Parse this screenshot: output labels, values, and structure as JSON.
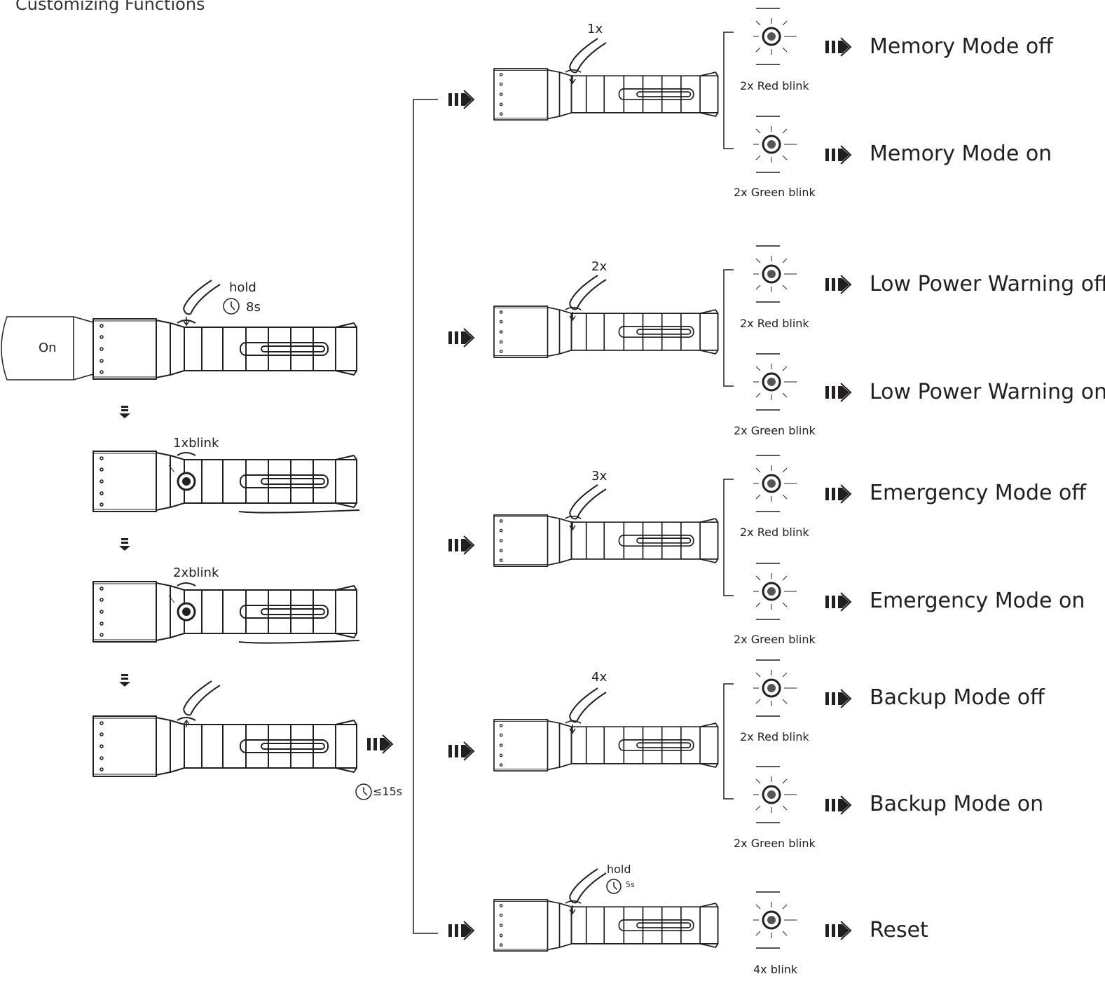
{
  "title": "Customizing Functions",
  "left": {
    "on_label": "On",
    "hold_label": "hold",
    "hold_time": "8s",
    "blink1_label": "1xblink",
    "blink2_label": "2xblink",
    "timeout_label": "≤15s"
  },
  "rows": [
    {
      "press": "1x",
      "off_blink": "2x Red blink",
      "on_blink": "2x Green blink",
      "off_result": "Memory Mode off",
      "on_result": "Memory Mode on"
    },
    {
      "press": "2x",
      "off_blink": "2x Red blink",
      "on_blink": "2x Green blink",
      "off_result": "Low Power Warning off",
      "on_result": "Low Power Warning on"
    },
    {
      "press": "3x",
      "off_blink": "2x Red blink",
      "on_blink": "2x Green blink",
      "off_result": "Emergency Mode off",
      "on_result": "Emergency Mode on"
    },
    {
      "press": "4x",
      "off_blink": "2x Red blink",
      "on_blink": "2x Green blink",
      "off_result": "Backup Mode off",
      "on_result": "Backup Mode on"
    }
  ],
  "reset": {
    "hold_label": "hold",
    "hold_time": "5s",
    "blink_label": "4x blink",
    "result": "Reset"
  }
}
